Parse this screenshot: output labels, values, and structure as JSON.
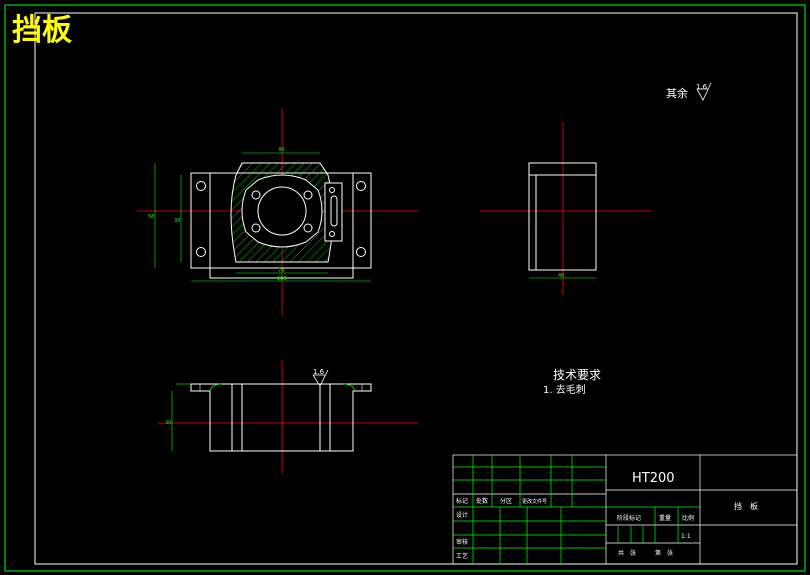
{
  "drawing": {
    "title": "挡板",
    "roughness_note": {
      "label": "其余",
      "value": "1.6"
    },
    "roughness_section": "1.6",
    "tech_title": "技术要求",
    "tech_item": "1. 去毛刺"
  },
  "dims": {
    "top_width": "48",
    "height_outer": "58",
    "height_inner": "38",
    "width_inner": "74",
    "width_outer": "108",
    "side_width": "40",
    "section_height": "30"
  },
  "title_block": {
    "material": "HT200",
    "part_name": "挡　板",
    "scale_value": "1:1",
    "headers": [
      "标记",
      "处数",
      "分区",
      "更改文件号"
    ],
    "rows": [
      "设计",
      "审核",
      "工艺"
    ],
    "stage_mark": "阶段标记",
    "weight": "重量",
    "scale": "比例",
    "sheets": "共　张",
    "sheet_no": "第　张"
  }
}
